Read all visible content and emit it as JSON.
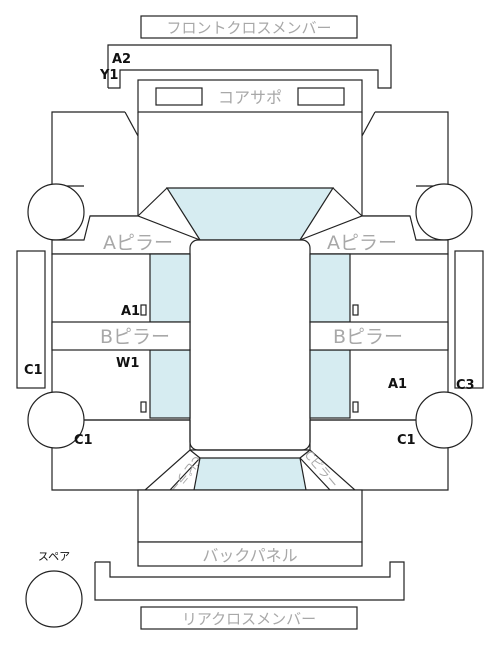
{
  "labels": {
    "front_cross_member": "フロントクロスメンバー",
    "core_support": "コアサポ",
    "a_pillar_left": "Aピラー",
    "a_pillar_right": "Aピラー",
    "b_pillar_left": "Bピラー",
    "b_pillar_right": "Bピラー",
    "back_panel": "バックパネル",
    "rear_cross_member": "リアクロスメンバー",
    "spare": "スペア",
    "c_pillar_left": "Cピラー",
    "c_pillar_right": "Cピラー"
  },
  "codes": {
    "a2": "A2",
    "y1": "Y1",
    "a1_left": "A1",
    "w1": "W1",
    "c1_left_side": "C1",
    "c1_left_wheel": "C1",
    "a1_right": "A1",
    "c3": "C3",
    "c1_right_wheel": "C1"
  },
  "colors": {
    "glass": "#d6ecf1",
    "line": "#222222",
    "label_gray": "#a8a8a8"
  }
}
